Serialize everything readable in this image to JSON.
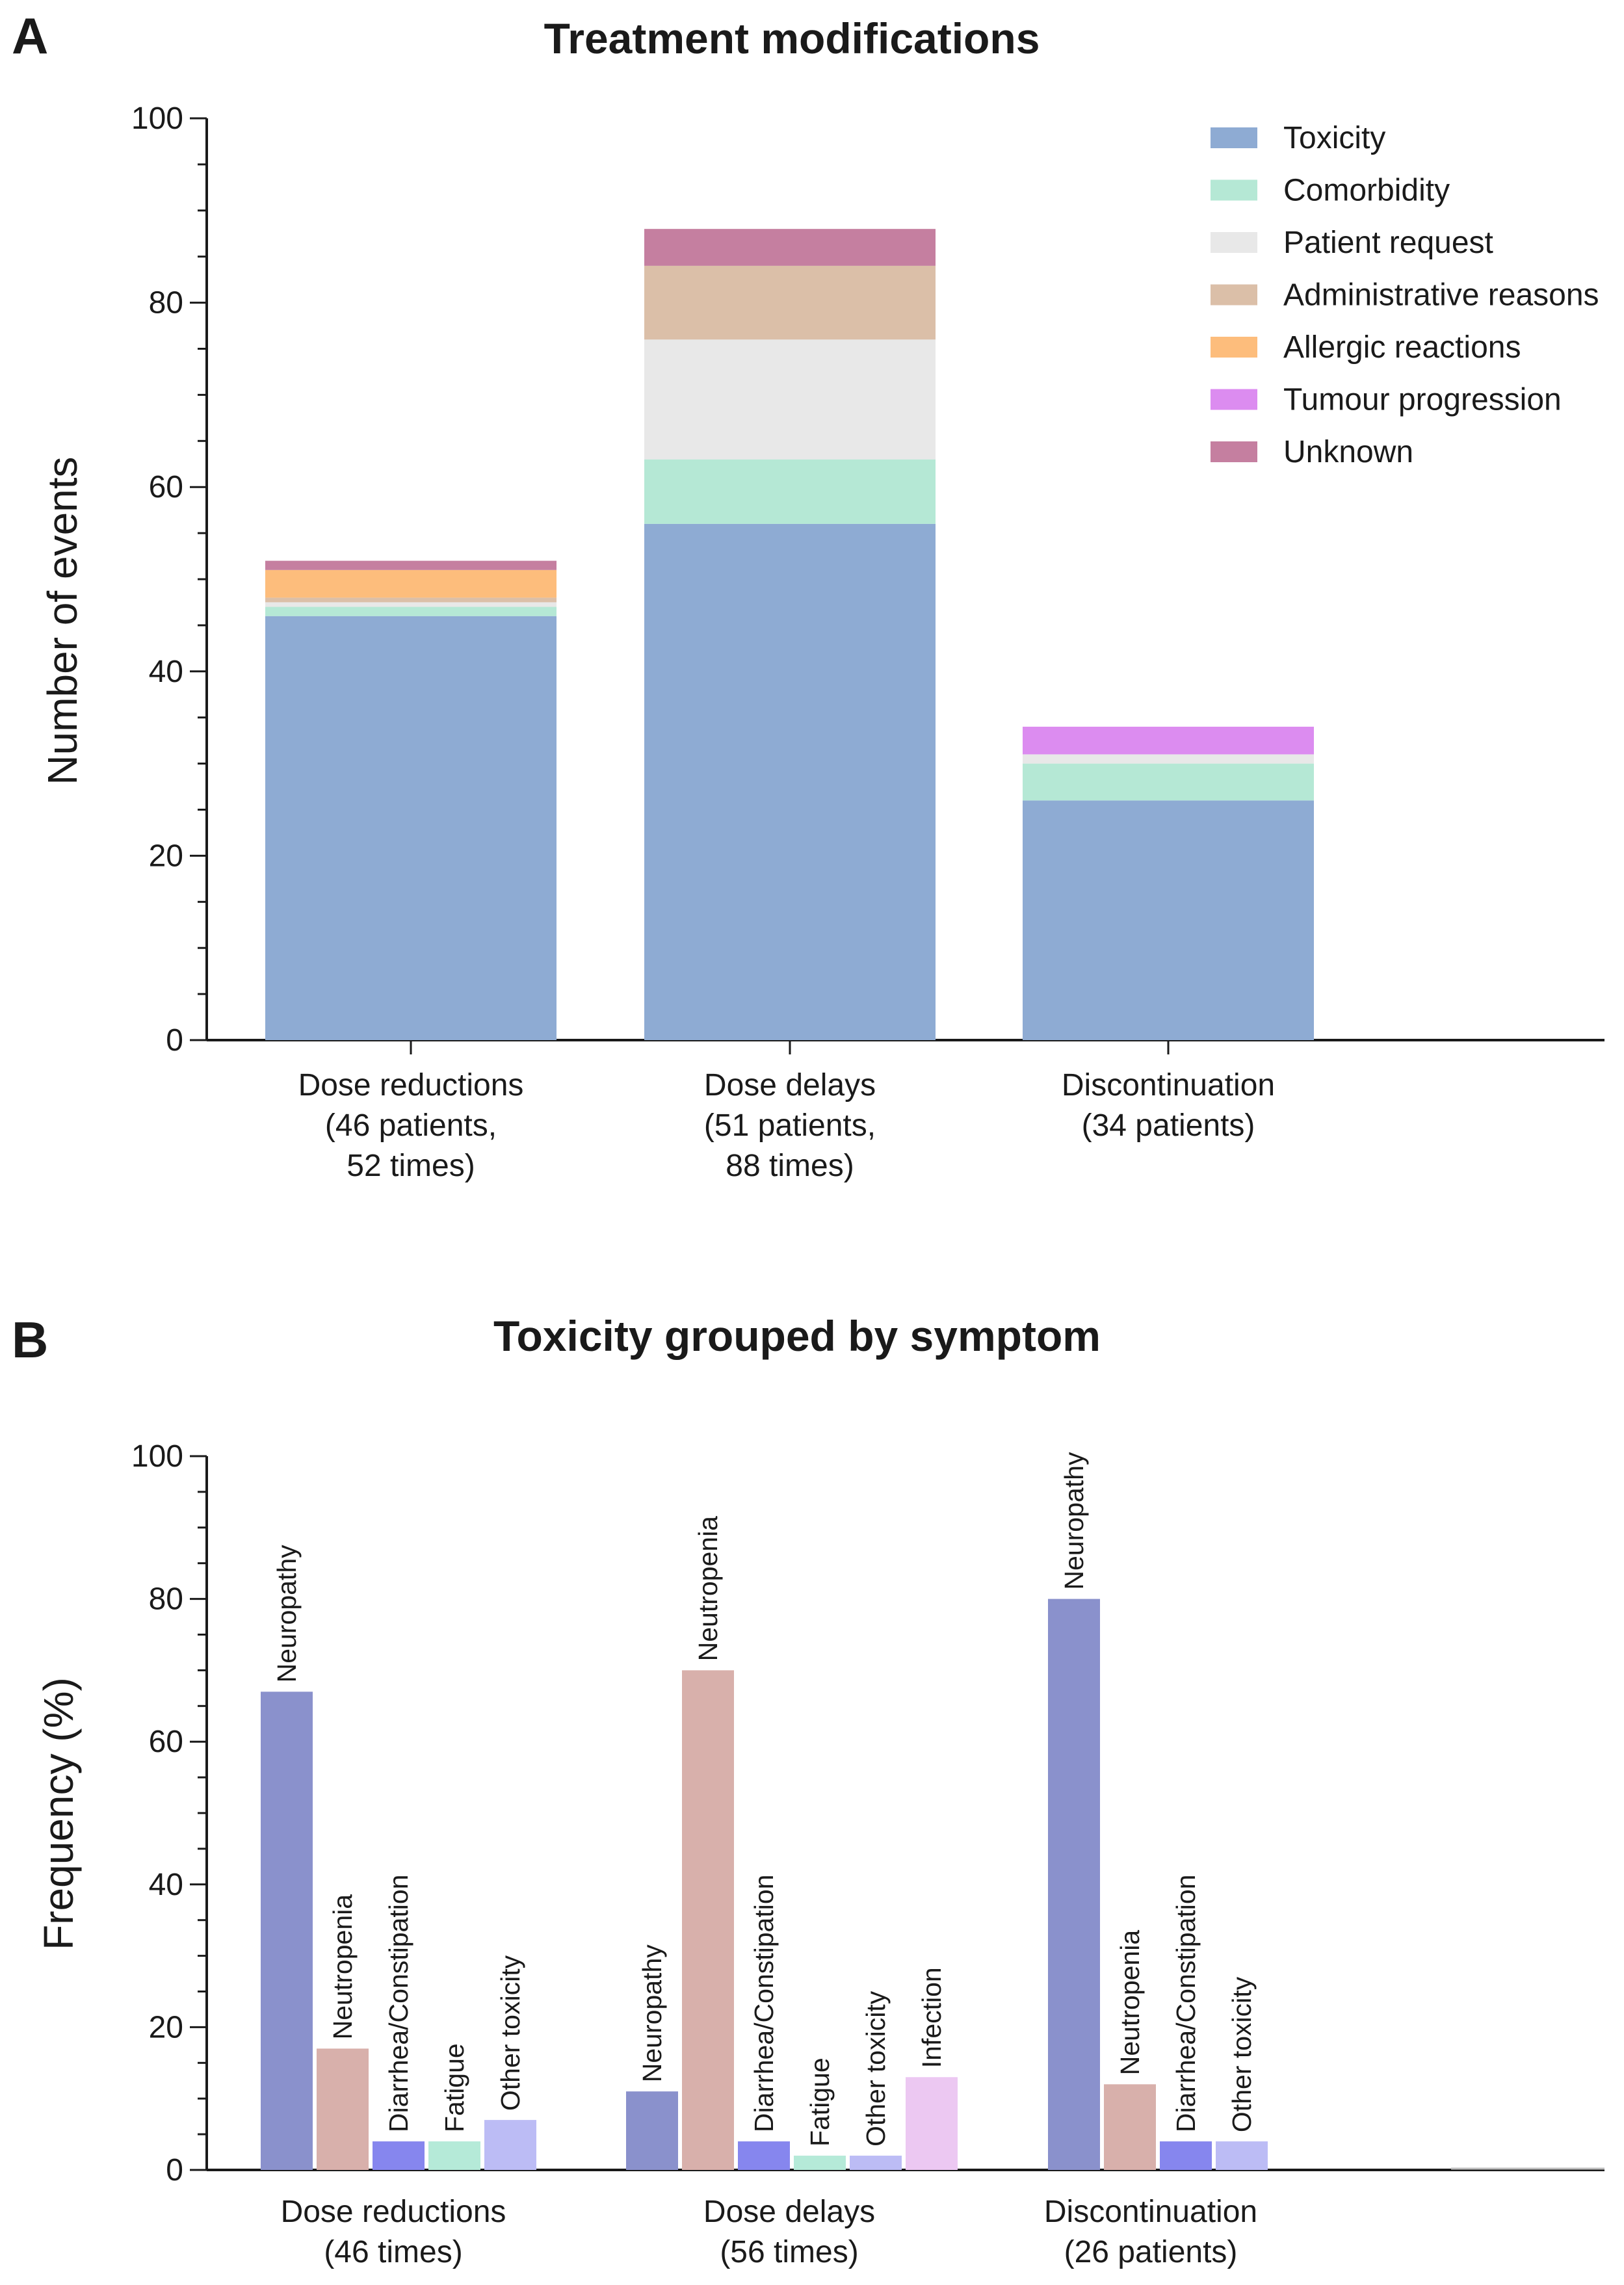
{
  "chart_data": [
    {
      "panel": "A",
      "type": "bar",
      "stacked": true,
      "title": "Treatment modifications",
      "ylabel": "Number of events",
      "xlabel": "",
      "ylim": [
        0,
        100
      ],
      "yticks": [
        0,
        20,
        40,
        60,
        80,
        100
      ],
      "grid": false,
      "legend_position": "top-right",
      "categories": [
        [
          "Dose reductions",
          "(46 patients,",
          "52 times)"
        ],
        [
          "Dose delays",
          "(51 patients,",
          "88 times)"
        ],
        [
          "Discontinuation",
          "(34 patients)"
        ]
      ],
      "series": [
        {
          "name": "Toxicity",
          "color": "#8eabd3",
          "values": [
            46,
            56,
            26
          ]
        },
        {
          "name": "Comorbidity",
          "color": "#b5e8d5",
          "values": [
            1,
            7,
            4
          ]
        },
        {
          "name": "Patient request",
          "color": "#e8e8e8",
          "values": [
            0.5,
            13,
            1
          ]
        },
        {
          "name": "Administrative reasons",
          "color": "#dbbfa8",
          "values": [
            0.5,
            8,
            0
          ]
        },
        {
          "name": "Allergic reactions",
          "color": "#fdbd7c",
          "values": [
            3,
            0,
            0
          ]
        },
        {
          "name": "Tumour progression",
          "color": "#dc8cf0",
          "values": [
            0,
            0,
            3
          ]
        },
        {
          "name": "Unknown",
          "color": "#c57fa0",
          "values": [
            1,
            4,
            0
          ]
        }
      ]
    },
    {
      "panel": "B",
      "type": "bar",
      "stacked": false,
      "title": "Toxicity grouped by symptom",
      "ylabel": "Frequency (%)",
      "xlabel": "",
      "ylim": [
        0,
        100
      ],
      "yticks": [
        0,
        20,
        40,
        60,
        80,
        100
      ],
      "grid": false,
      "categories": [
        [
          "Dose reductions",
          "(46 times)"
        ],
        [
          "Dose delays",
          "(56 times)"
        ],
        [
          "Discontinuation",
          "(26 patients)"
        ]
      ],
      "groups": [
        {
          "bars": [
            {
              "label": "Neuropathy",
              "value": 67,
              "color": "#8a91cc"
            },
            {
              "label": "Neutropenia",
              "value": 17,
              "color": "#d8b0ab"
            },
            {
              "label": "Diarrhea/Constipation",
              "value": 4,
              "color": "#8686ee"
            },
            {
              "label": "Fatigue",
              "value": 4,
              "color": "#b5ead8"
            },
            {
              "label": "Other toxicity",
              "value": 7,
              "color": "#bcbcf5"
            }
          ]
        },
        {
          "bars": [
            {
              "label": "Neuropathy",
              "value": 11,
              "color": "#8a91cc"
            },
            {
              "label": "Neutropenia",
              "value": 70,
              "color": "#d8b0ab"
            },
            {
              "label": "Diarrhea/Constipation",
              "value": 4,
              "color": "#8686ee"
            },
            {
              "label": "Fatigue",
              "value": 2,
              "color": "#b5ead8"
            },
            {
              "label": "Other toxicity",
              "value": 2,
              "color": "#bcbcf5"
            },
            {
              "label": "Infection",
              "value": 13,
              "color": "#ecc8f2"
            }
          ]
        },
        {
          "bars": [
            {
              "label": "Neuropathy",
              "value": 80,
              "color": "#8a91cc"
            },
            {
              "label": "Neutropenia",
              "value": 12,
              "color": "#d8b0ab"
            },
            {
              "label": "Diarrhea/Constipation",
              "value": 4,
              "color": "#8686ee"
            },
            {
              "label": "Other toxicity",
              "value": 4,
              "color": "#bcbcf5"
            }
          ]
        }
      ]
    }
  ]
}
